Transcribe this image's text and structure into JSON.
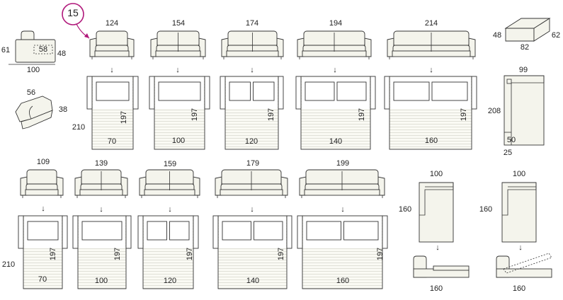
{
  "badge": {
    "number": "15",
    "color": "#b0177a"
  },
  "module": {
    "width": "100",
    "height": "61",
    "seat_height": "48",
    "seat_depth": "58"
  },
  "cushion": {
    "width": "56",
    "depth": "38"
  },
  "pouf": {
    "height": "48",
    "width": "82",
    "depth": "62"
  },
  "chaise": {
    "width": "99",
    "length": "208",
    "seat_depth": "50",
    "arm": "25"
  },
  "row1": {
    "left_height": "210",
    "sofas": [
      {
        "width": "124",
        "bed_width": "70",
        "bed_length": "197"
      },
      {
        "width": "154",
        "bed_width": "100",
        "bed_length": "197"
      },
      {
        "width": "174",
        "bed_width": "120",
        "bed_length": "197"
      },
      {
        "width": "194",
        "bed_width": "140",
        "bed_length": "197"
      },
      {
        "width": "214",
        "bed_width": "160",
        "bed_length": "197"
      }
    ]
  },
  "row2": {
    "left_height": "210",
    "sofas": [
      {
        "width": "109",
        "bed_width": "70",
        "bed_length": "197"
      },
      {
        "width": "139",
        "bed_width": "100",
        "bed_length": "197"
      },
      {
        "width": "159",
        "bed_width": "120",
        "bed_length": "197"
      },
      {
        "width": "179",
        "bed_width": "140",
        "bed_length": "197"
      },
      {
        "width": "199",
        "bed_width": "160",
        "bed_length": "197"
      }
    ]
  },
  "chaise_beds": [
    {
      "top_width": "100",
      "side_length": "160",
      "bottom_width": "160"
    },
    {
      "top_width": "100",
      "side_length": "160",
      "bottom_width": "160"
    }
  ],
  "arrow_glyph": "↓"
}
